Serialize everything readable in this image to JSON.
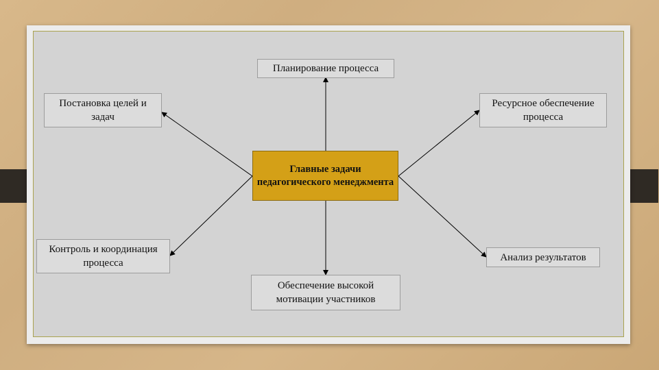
{
  "diagram": {
    "center": "Главные задачи педагогического менеджмента",
    "top": "Планирование процесса",
    "top_left": "Постановка целей и задач",
    "top_right": "Ресурсное обеспечение процесса",
    "bottom_left": "Контроль и координация процесса",
    "bottom": "Обеспечение высокой мотивации участников",
    "bottom_right": "Анализ результатов"
  },
  "colors": {
    "center_fill": "#d4a017",
    "box_fill": "#dcdcdc",
    "background": "#d3d3d3"
  }
}
